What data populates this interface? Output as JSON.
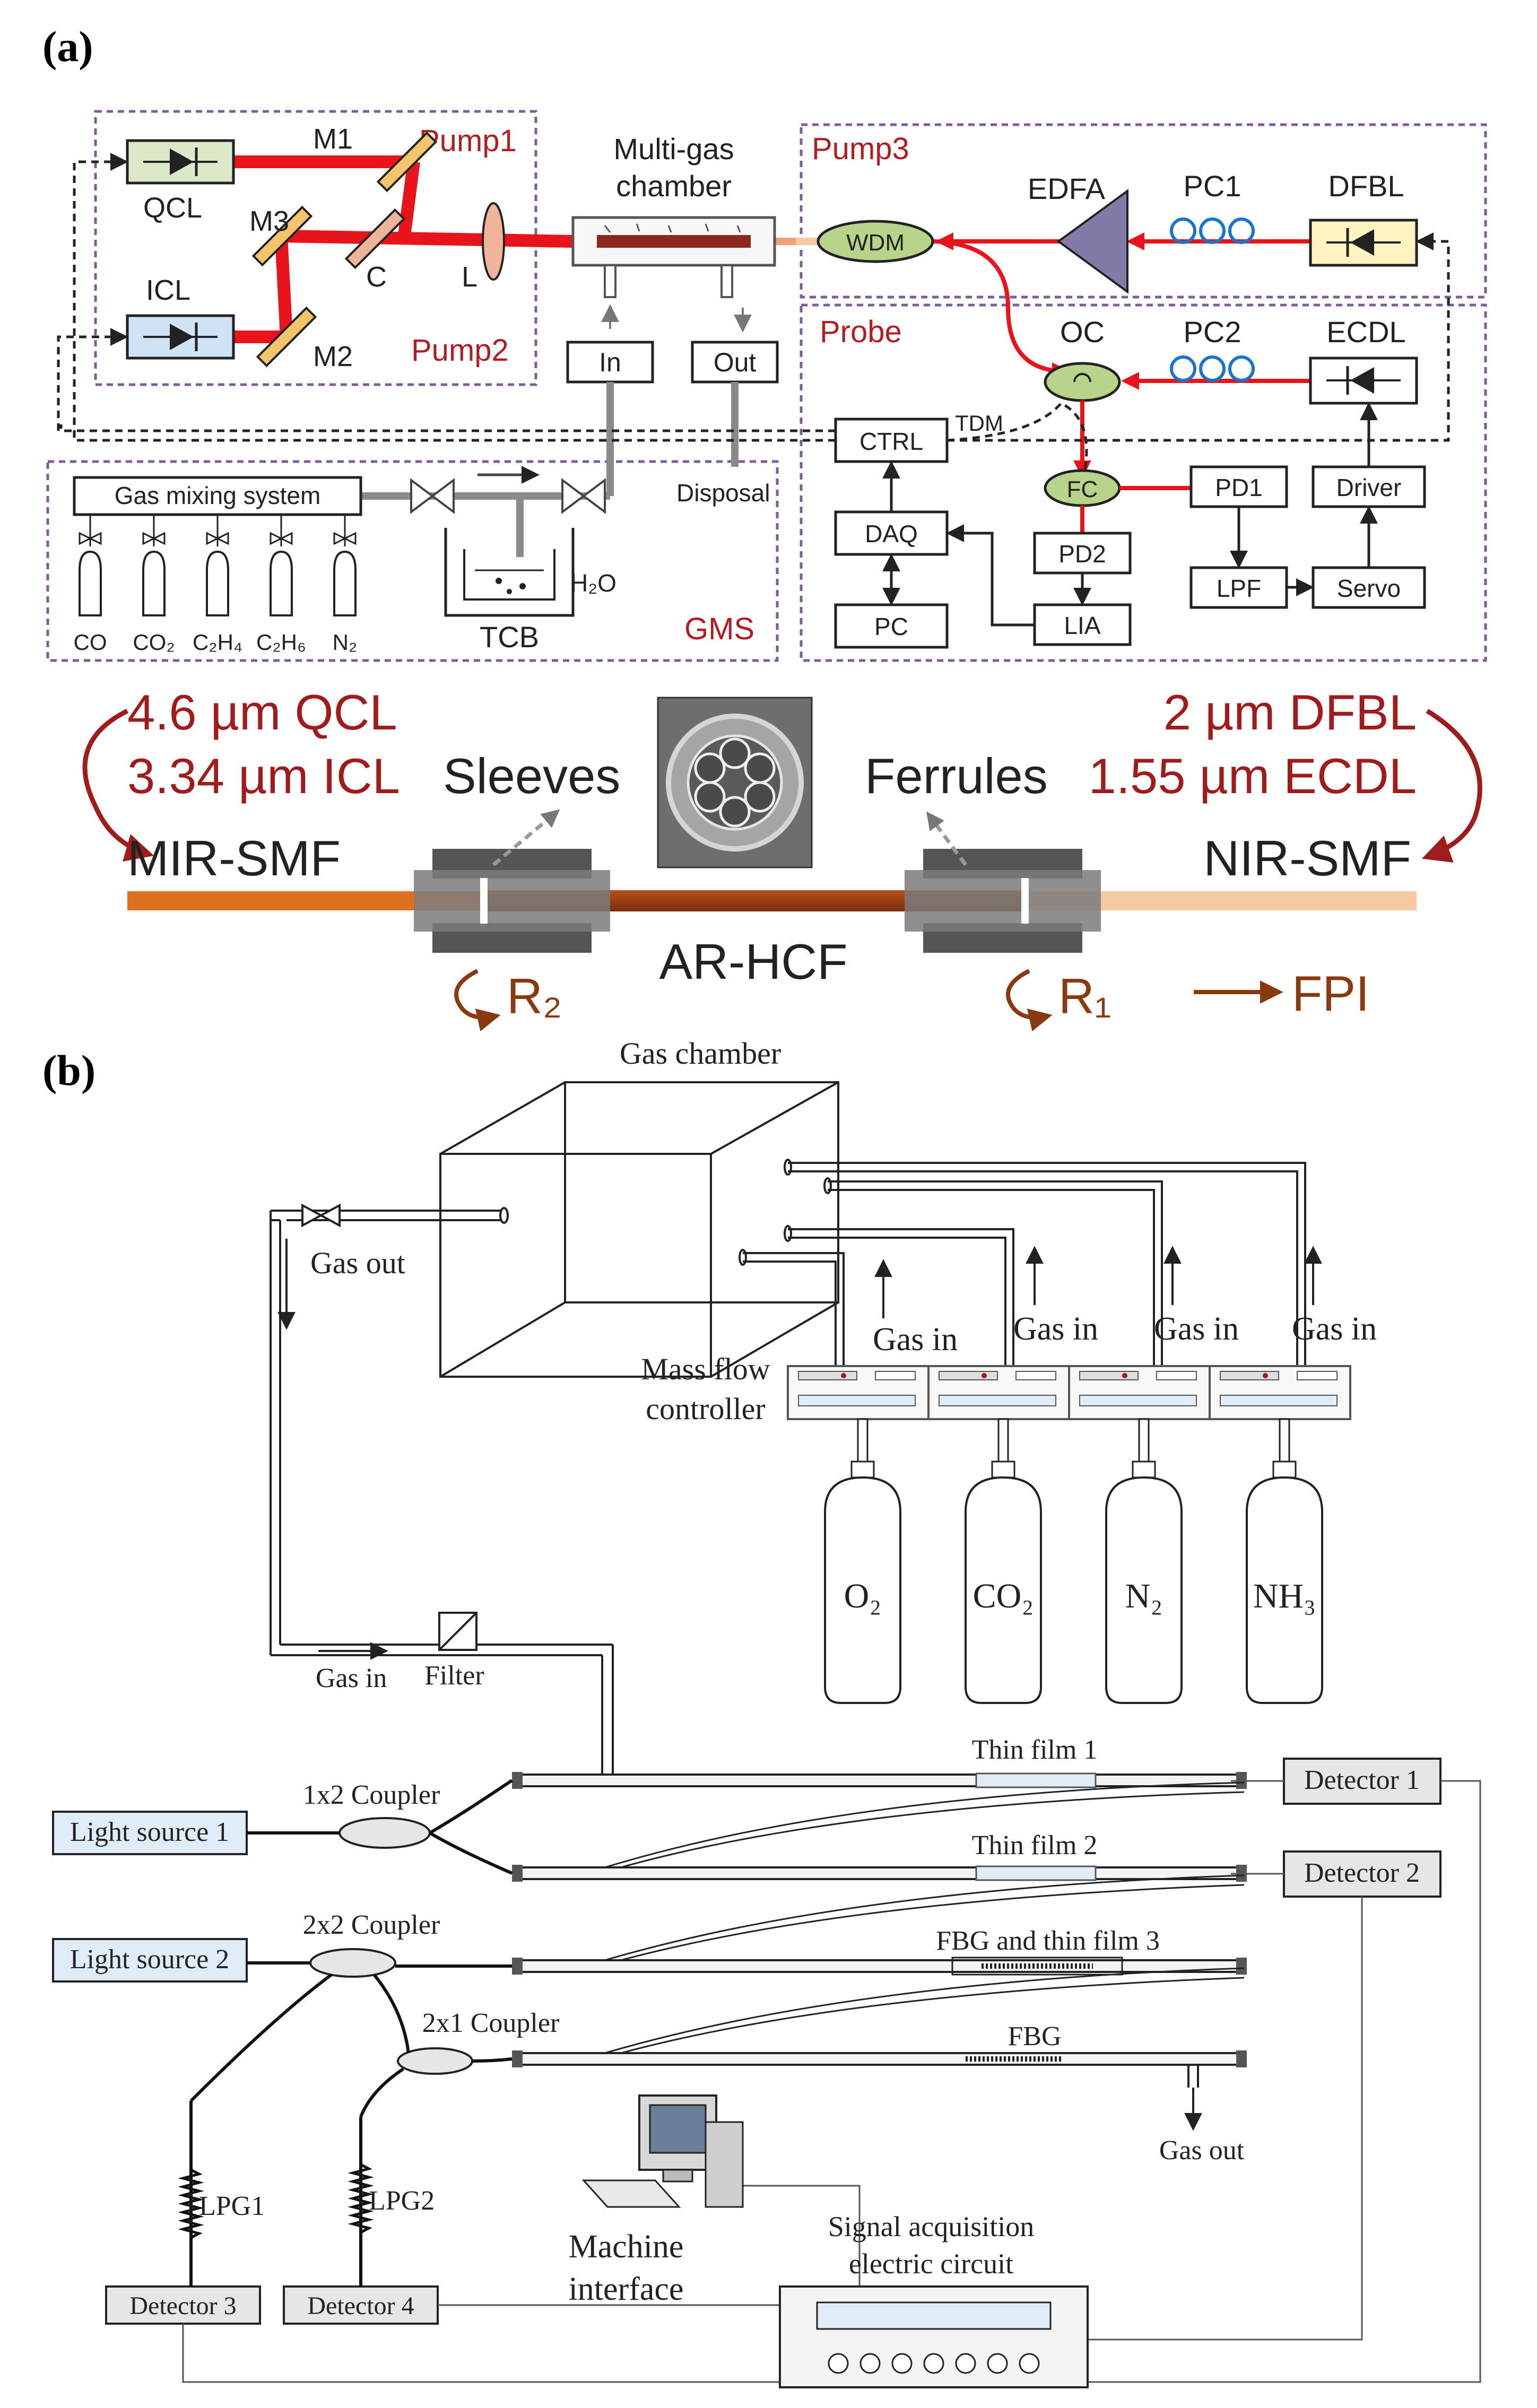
{
  "panel_a": {
    "label": "(a)",
    "boxes": {
      "pump1": "Pump1",
      "pump2": "Pump2",
      "pump3": "Pump3",
      "probe": "Probe",
      "gms": "GMS"
    },
    "components": {
      "qcl": "QCL",
      "icl": "ICL",
      "m1": "M1",
      "m2": "M2",
      "m3": "M3",
      "c": "C",
      "l": "L",
      "chamber_line1": "Multi-gas",
      "chamber_line2": "chamber",
      "in": "In",
      "out": "Out",
      "disposal": "Disposal",
      "wdm": "WDM",
      "edfa": "EDFA",
      "pc1": "PC1",
      "dfbl": "DFBL",
      "oc": "OC",
      "pc2": "PC2",
      "ecdl": "ECDL",
      "tdm": "TDM",
      "ctrl": "CTRL",
      "fc": "FC",
      "pd1": "PD1",
      "driver": "Driver",
      "daq": "DAQ",
      "pd2": "PD2",
      "lpf": "LPF",
      "servo": "Servo",
      "pc": "PC",
      "lia": "LIA",
      "gas_mixing": "Gas mixing system",
      "tcb": "TCB",
      "h2o": "H₂O"
    },
    "cylinders": [
      "CO",
      "CO₂",
      "C₂H₄",
      "C₂H₆",
      "N₂"
    ],
    "fiber": {
      "qcl_label": "4.6 µm QCL",
      "icl_label": "3.34 µm ICL",
      "sleeves": "Sleeves",
      "ferrules": "Ferrules",
      "dfbl_label": "2 µm DFBL",
      "ecdl_label": "1.55 µm ECDL",
      "mir_smf": "MIR-SMF",
      "nir_smf": "NIR-SMF",
      "ar_hcf": "AR-HCF",
      "r2": "R₂",
      "r1": "R₁",
      "fpi": "FPI"
    },
    "colors": {
      "beam_red": "#e8141b",
      "dark_red": "#b01e23",
      "box_purple": "#7f5b9a",
      "fiber_orange": "#e0701e",
      "fiber_brown": "#8a3a10",
      "fiber_peach": "#f7c9a0"
    }
  },
  "panel_b": {
    "label": "(b)",
    "gas_chamber": "Gas chamber",
    "gas_out_top": "Gas out",
    "gas_in_labels": [
      "Gas in",
      "Gas in",
      "Gas in",
      "Gas in"
    ],
    "mfc_line1": "Mass flow",
    "mfc_line2": "controller",
    "cylinders": [
      "O₂",
      "CO₂",
      "N₂",
      "NH₃"
    ],
    "gas_in_left": "Gas in",
    "filter": "Filter",
    "thin_film_1": "Thin film 1",
    "thin_film_2": "Thin film 2",
    "fbg_thin_film_3": "FBG and thin film 3",
    "fbg": "FBG",
    "detector_1": "Detector 1",
    "detector_2": "Detector 2",
    "detector_3": "Detector 3",
    "detector_4": "Detector 4",
    "light_source_1": "Light source 1",
    "light_source_2": "Light source 2",
    "coupler_1x2": "1x2 Coupler",
    "coupler_2x2": "2x2 Coupler",
    "coupler_2x1": "2x1 Coupler",
    "lpg1": "LPG1",
    "lpg2": "LPG2",
    "gas_out_bottom": "Gas out",
    "machine_line1": "Machine",
    "machine_line2": "interface",
    "signal_line1": "Signal acquisition",
    "signal_line2": "electric circuit"
  }
}
